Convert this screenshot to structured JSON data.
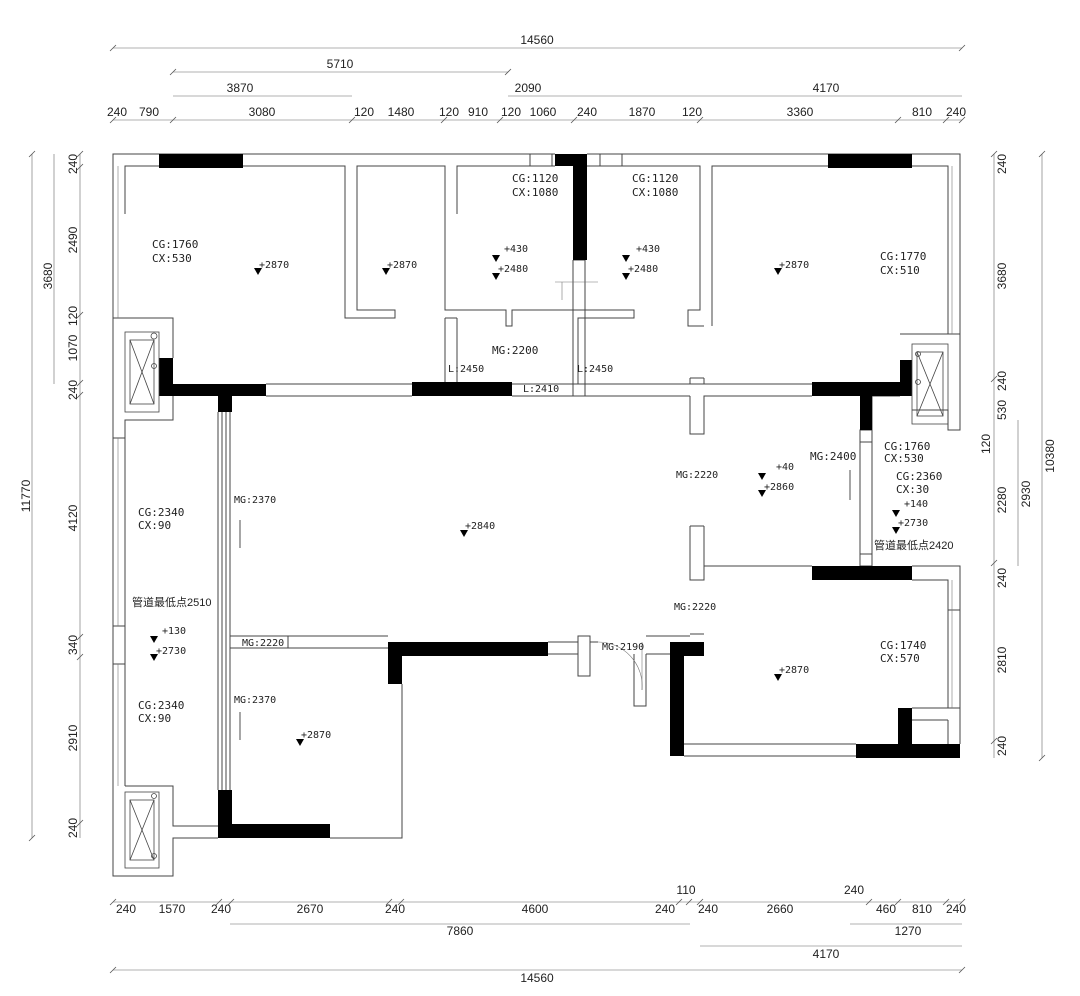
{
  "dims": {
    "top_overall": "14560",
    "top_row2": [
      "5710",
      "2090"
    ],
    "top_row3": [
      "3870",
      "4170"
    ],
    "top_row4": [
      "240",
      "790",
      "3080",
      "120",
      "1480",
      "120",
      "910",
      "120",
      "1060",
      "240",
      "1870",
      "120",
      "3360",
      "810",
      "240"
    ],
    "bottom_row1": [
      "240",
      "1570",
      "240",
      "2670",
      "240",
      "4600",
      "240",
      "110",
      "240",
      "2660",
      "240",
      "460",
      "810",
      "240"
    ],
    "bottom_row2": [
      "7860",
      "1270"
    ],
    "bottom_row3": [
      "4170"
    ],
    "bottom_overall": "14560",
    "left_segments": [
      "240",
      "2490",
      "120",
      "1070",
      "240",
      "4120",
      "340",
      "2910",
      "240"
    ],
    "left_inner": [
      "3680"
    ],
    "left_overall": "11770",
    "right_segments": [
      "240",
      "3680",
      "240",
      "530",
      "120",
      "2280",
      "240",
      "2810",
      "240"
    ],
    "right_inner": [
      "2930"
    ],
    "right_overall": "10380"
  },
  "labels": {
    "cg1760_a": "CG:1760",
    "cx530_a": "CX:530",
    "cg1120_a": "CG:1120",
    "cx1080_a": "CX:1080",
    "cg1120_b": "CG:1120",
    "cx1080_b": "CX:1080",
    "cg1770": "CG:1770",
    "cx510": "CX:510",
    "cg1760_b": "CG:1760",
    "cx530_b": "CX:530",
    "cg2360": "CG:2360",
    "cx30": "CX:30",
    "cg2340_a": "CG:2340",
    "cx90_a": "CX:90",
    "cg2340_b": "CG:2340",
    "cx90_b": "CX:90",
    "cg1740": "CG:1740",
    "cx570": "CX:570",
    "mg2200": "MG:2200",
    "mg2370_a": "MG:2370",
    "mg2370_b": "MG:2370",
    "mg2220_a": "MG:2220",
    "mg2220_b": "MG:2220",
    "mg2220_c": "MG:2220",
    "mg2190": "MG:2190",
    "mg2400": "MG:2400",
    "l2450_a": "L:2450",
    "l2450_b": "L:2450",
    "l2410": "L:2410",
    "pipe_left": "管道最低点2510",
    "pipe_right": "管道最低点2420",
    "h2870_a": "+2870",
    "h2870_b": "+2870",
    "h2870_c": "+2870",
    "h2870_d": "+2870",
    "h2870_e": "+2870",
    "h430_a": "+430",
    "h2480_a": "+2480",
    "h430_b": "+430",
    "h2480_b": "+2480",
    "h40": "+40",
    "h2860": "+2860",
    "h140": "+140",
    "h2730_a": "+2730",
    "h2840": "+2840",
    "h130": "+130",
    "h2730_b": "+2730"
  }
}
